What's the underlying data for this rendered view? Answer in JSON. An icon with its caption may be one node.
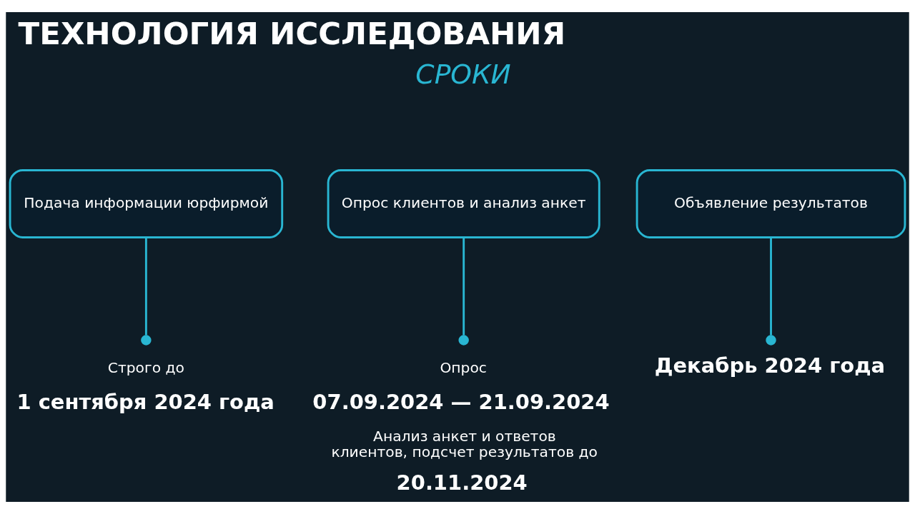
{
  "diagram": {
    "title": "ТЕХНОЛОГИЯ ИССЛЕДОВАНИЯ",
    "nodes": [
      {
        "text": [
          "Подача информации юрфирмой"
        ]
      },
      {
        "text": [
          "Опрос клиентов и анализ анкет"
        ]
      },
      {
        "text": [
          "Объявление результатов"
        ]
      },
      {
        "text": [],
        "shape": "circle",
        "beside": [
          "Строго до",
          "1 сентября 2024 года"
        ]
      },
      {
        "text": [],
        "shape": "circle",
        "beside": [
          "Опрос",
          "07.09.2024 — 21.09.2024",
          "Анализ анкет и ответов клиентов, подсчет результатов до",
          "20.11.2024"
        ]
      },
      {
        "text": [],
        "shape": "circle",
        "beside": [
          "Декабрь 2024 года"
        ]
      }
    ],
    "edges": [
      {
        "from": 0,
        "to": 3,
        "arrow": "none"
      },
      {
        "from": 1,
        "to": 4,
        "arrow": "none"
      },
      {
        "from": 2,
        "to": 5,
        "arrow": "none"
      }
    ],
    "labels": [
      "СРОКИ"
    ]
  }
}
